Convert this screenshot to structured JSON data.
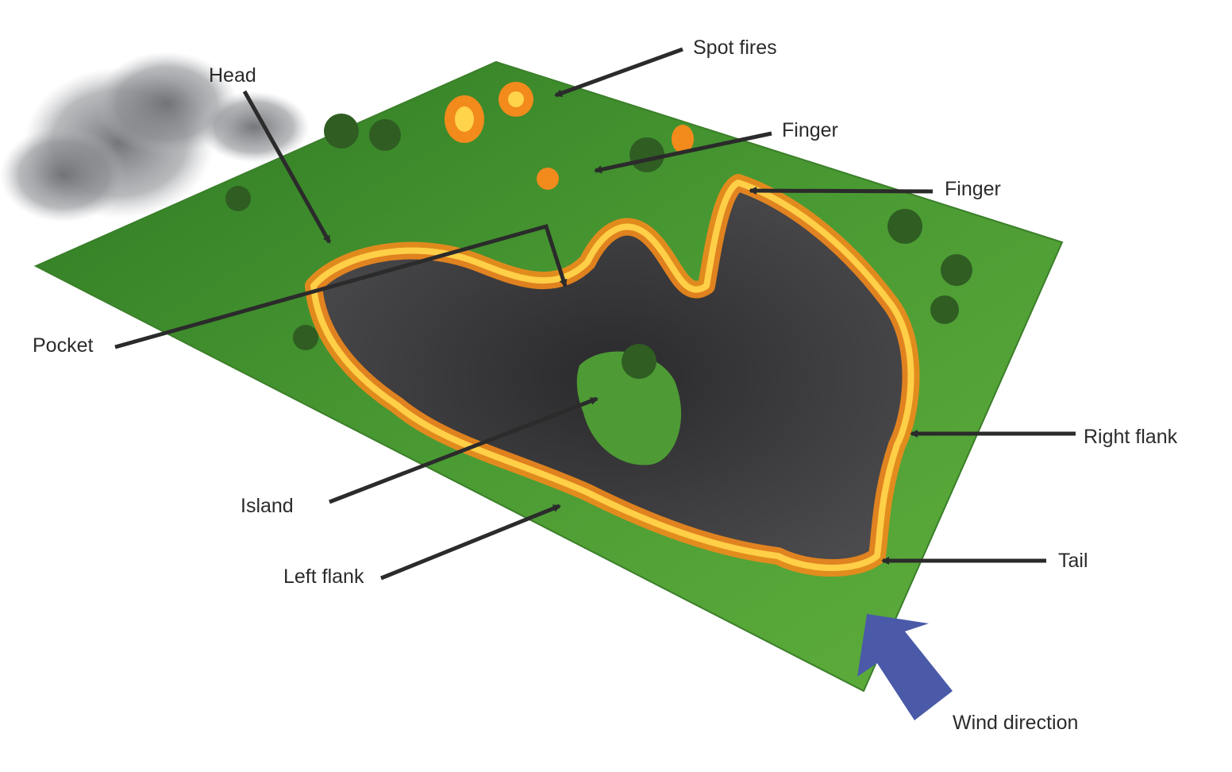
{
  "labels": {
    "head": "Head",
    "spot_fires": "Spot fires",
    "finger_1": "Finger",
    "finger_2": "Finger",
    "pocket": "Pocket",
    "island": "Island",
    "right_flank": "Right flank",
    "left_flank": "Left flank",
    "tail": "Tail",
    "wind_direction": "Wind direction"
  },
  "colors": {
    "grass": "#3f8f2c",
    "grass_light": "#5fae3c",
    "burned": "#3a3a3d",
    "flame_outer": "#f28a1c",
    "flame_inner": "#ffd34a",
    "smoke": "#7a7c80",
    "leader_line": "#2b2b2b",
    "wind_arrow": "#4a5aa8"
  }
}
